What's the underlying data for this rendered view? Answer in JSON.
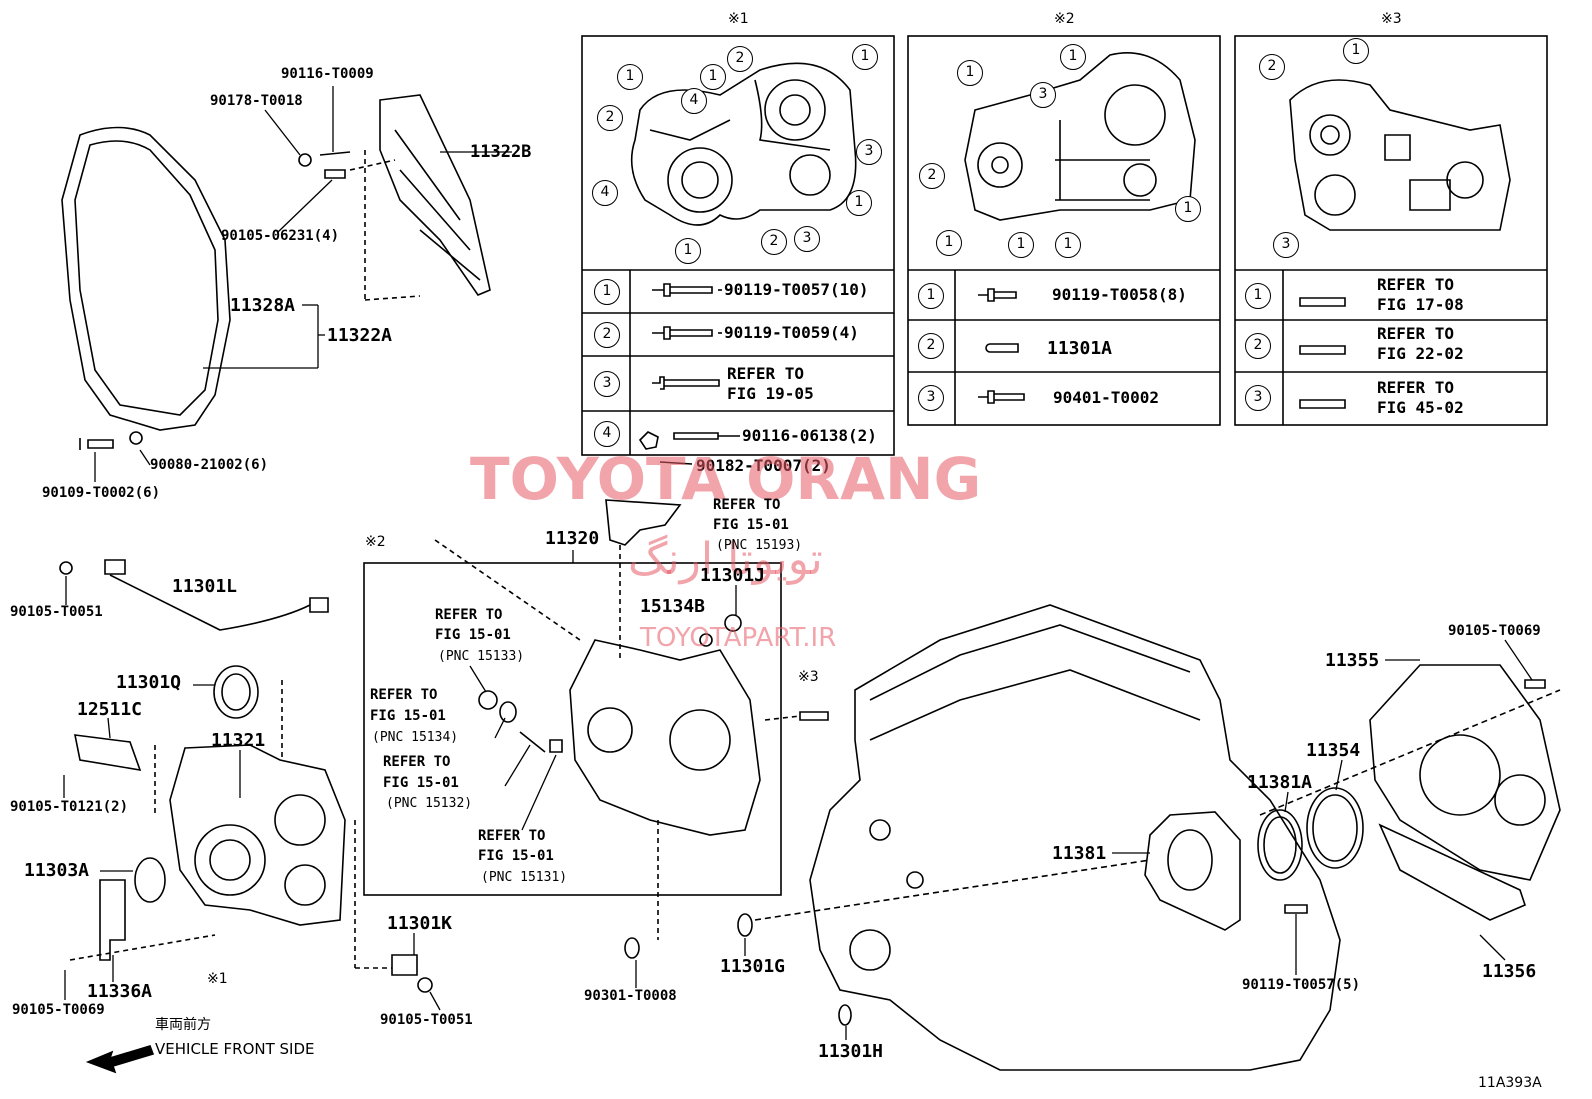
{
  "watermark": {
    "brand": "TOYOTA ORANG",
    "persian": "تویوتا ارنگ",
    "site": "TOYOTAPART.IR"
  },
  "figure_code": "11A393A",
  "direction": {
    "jp": "車両前方",
    "en": "VEHICLE FRONT SIDE"
  },
  "details": [
    {
      "mark": "※1",
      "rows": [
        {
          "num": "1",
          "parts": [
            "90119-T0057(10)"
          ]
        },
        {
          "num": "2",
          "parts": [
            "90119-T0059(4)"
          ]
        },
        {
          "num": "3",
          "parts": [
            "REFER TO",
            "FIG 19-05"
          ]
        },
        {
          "num": "4",
          "parts": [
            "90116-06138(2)",
            "90182-T0007(2)"
          ]
        }
      ]
    },
    {
      "mark": "※2",
      "rows": [
        {
          "num": "1",
          "parts": [
            "90119-T0058(8)"
          ]
        },
        {
          "num": "2",
          "parts": [
            "11301A"
          ]
        },
        {
          "num": "3",
          "parts": [
            "90401-T0002"
          ]
        }
      ]
    },
    {
      "mark": "※3",
      "rows": [
        {
          "num": "1",
          "parts": [
            "REFER TO",
            "FIG 17-08"
          ]
        },
        {
          "num": "2",
          "parts": [
            "REFER TO",
            "FIG 22-02"
          ]
        },
        {
          "num": "3",
          "parts": [
            "REFER TO",
            "FIG 45-02"
          ]
        }
      ]
    }
  ],
  "callouts": {
    "p90116T0009": "90116-T0009",
    "p90178T0018": "90178-T0018",
    "p11322B": "11322B",
    "p90105_06231": "90105-06231(4)",
    "p11328A": "11328A",
    "p11322A": "11322A",
    "p90080": "90080-21002(6)",
    "p90109": "90109-T0002(6)",
    "p11301L": "11301L",
    "p90105T0051a": "90105-T0051",
    "p11301Q": "11301Q",
    "p12511C": "12511C",
    "p11321": "11321",
    "p90105T0121": "90105-T0121(2)",
    "p11303A": "11303A",
    "p11336A": "11336A",
    "p90105T0069a": "90105-T0069",
    "mark1b": "※1",
    "mark2": "※2",
    "p11320": "11320",
    "ref15193a": "REFER TO",
    "ref15193b": "FIG 15-01",
    "ref15193c": "(PNC 15193)",
    "p11301J": "11301J",
    "p15134B": "15134B",
    "ref15133a": "REFER TO",
    "ref15133b": "FIG 15-01",
    "ref15133c": "(PNC 15133)",
    "ref15134a": "REFER TO",
    "ref15134b": "FIG 15-01",
    "ref15134c": "(PNC 15134)",
    "ref15132a": "REFER TO",
    "ref15132b": "FIG 15-01",
    "ref15132c": "(PNC 15132)",
    "ref15131a": "REFER TO",
    "ref15131b": "FIG 15-01",
    "ref15131c": "(PNC 15131)",
    "mark3": "※3",
    "p11301K": "11301K",
    "p90105T0051b": "90105-T0051",
    "p90301": "90301-T0008",
    "p11301G": "11301G",
    "p11301H": "11301H",
    "p11381": "11381",
    "p11381A": "11381A",
    "p11354": "11354",
    "p11355": "11355",
    "p90105T0069b": "90105-T0069",
    "p11356": "11356",
    "p90119T0057": "90119-T0057(5)"
  }
}
